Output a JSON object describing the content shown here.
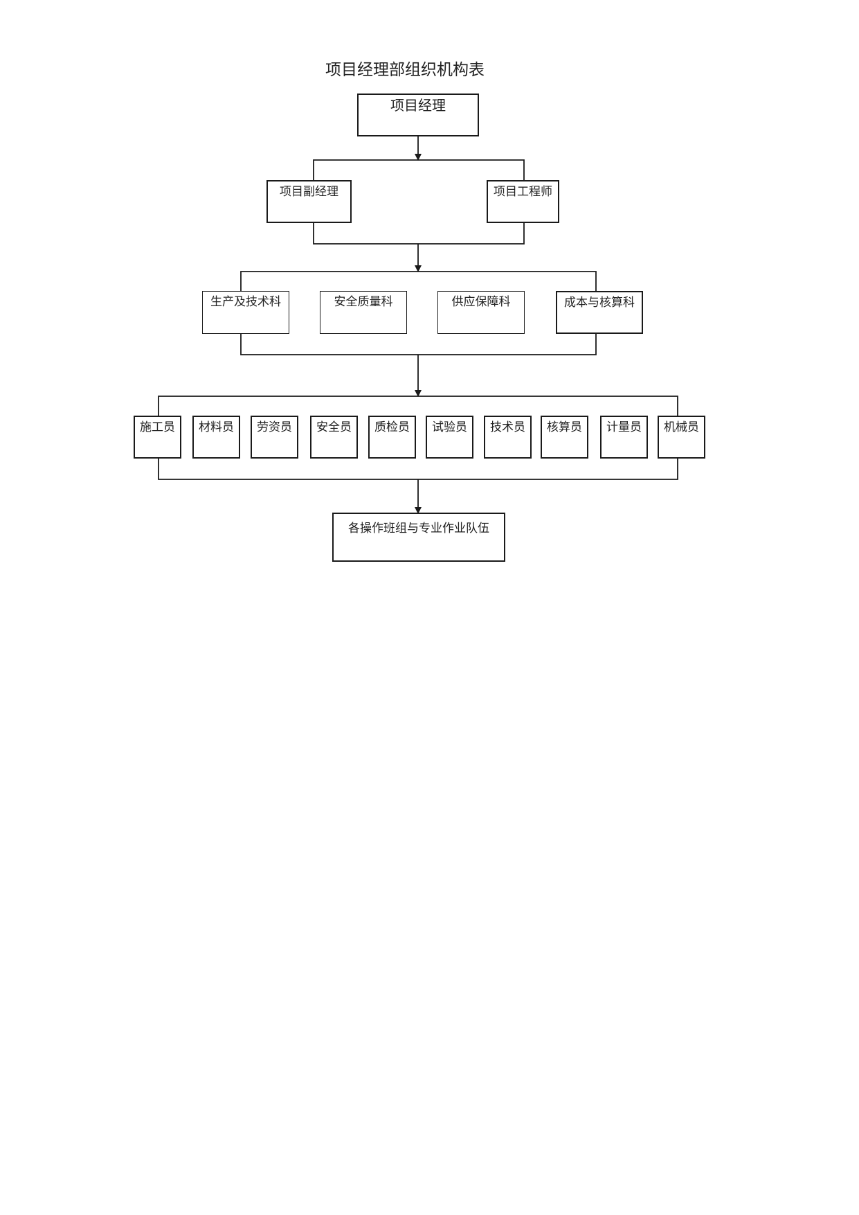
{
  "title": "项目经理部组织机构表",
  "manager": "项目经理",
  "deputies": [
    "项目副经理",
    "项目工程师"
  ],
  "departments": [
    "生产及技术科",
    "安全质量科",
    "供应保障科",
    "成本与核算科"
  ],
  "staff": [
    "施工员",
    "材料员",
    "劳资员",
    "安全员",
    "质检员",
    "试验员",
    "技术员",
    "核算员",
    "计量员",
    "机械员"
  ],
  "teams": "各操作班组与专业作业队伍"
}
